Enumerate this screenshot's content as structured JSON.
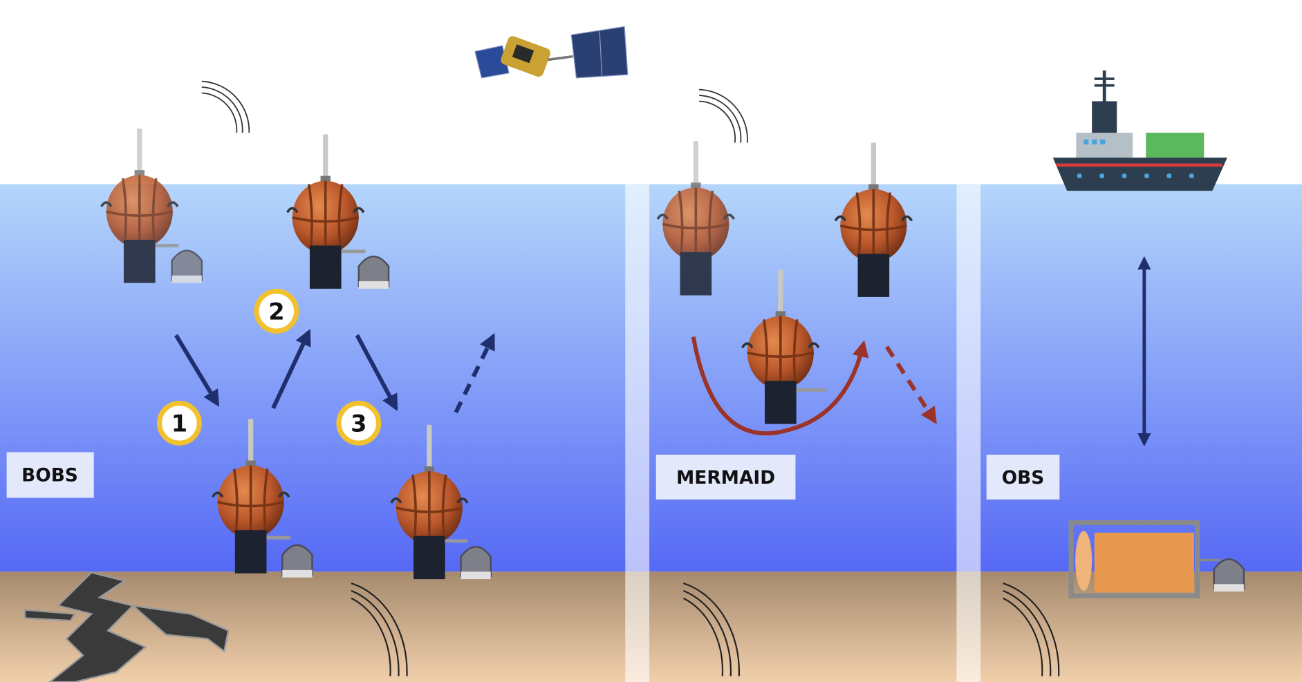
{
  "panels": [
    {
      "label": "BOBS"
    },
    {
      "label": "MERMAID"
    },
    {
      "label": "OBS"
    }
  ],
  "steps": [
    "1",
    "2",
    "3"
  ],
  "colors": {
    "sky": "#ffffff",
    "water_top": "#b4d6fb",
    "water_bottom": "#5669f5",
    "seabed_top": "#a58a6e",
    "seabed_bottom": "#f1cfab",
    "arrow_blue": "#1f2f6e",
    "arrow_red": "#9b3328",
    "float_orange": "#b8562a",
    "badge_ring": "#f2c12e"
  }
}
